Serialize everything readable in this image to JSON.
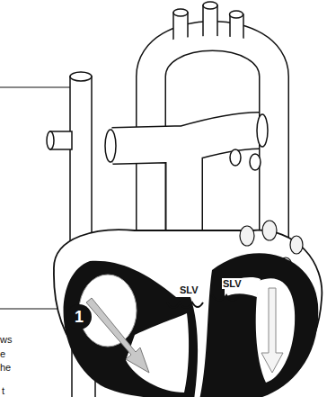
{
  "diagram": {
    "nodes": [
      {
        "text": [
          "1"
        ]
      }
    ],
    "labels": [
      "SLV",
      "SLV",
      "ws",
      "e",
      "he",
      "t"
    ]
  }
}
